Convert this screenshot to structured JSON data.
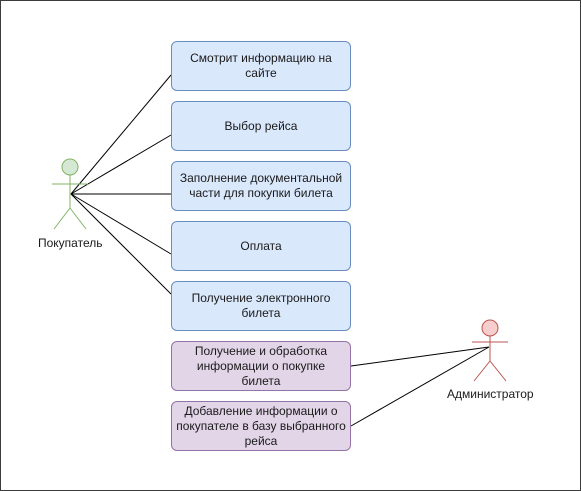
{
  "actors": {
    "buyer": {
      "label": "Покупатель",
      "head_fill": "#d5e8d4",
      "stroke": "#82b366"
    },
    "admin": {
      "label": "Администратор",
      "head_fill": "#f8cecc",
      "stroke": "#b85450"
    }
  },
  "usecases": [
    {
      "label": "Смотрит информацию на сайте",
      "fill": "#dae8fc"
    },
    {
      "label": "Выбор рейса",
      "fill": "#dae8fc"
    },
    {
      "label": "Заполнение документальной\nчасти для покупки билета",
      "fill": "#dae8fc"
    },
    {
      "label": "Оплата",
      "fill": "#dae8fc"
    },
    {
      "label": "Получение электронного\nбилета",
      "fill": "#dae8fc"
    },
    {
      "label": "Получение и обработка\nинформации о покупке билета",
      "fill": "#e1d5e7"
    },
    {
      "label": "Добавление информации о\nпокупателе в базу выбранного\nрейса",
      "fill": "#e1d5e7"
    }
  ]
}
